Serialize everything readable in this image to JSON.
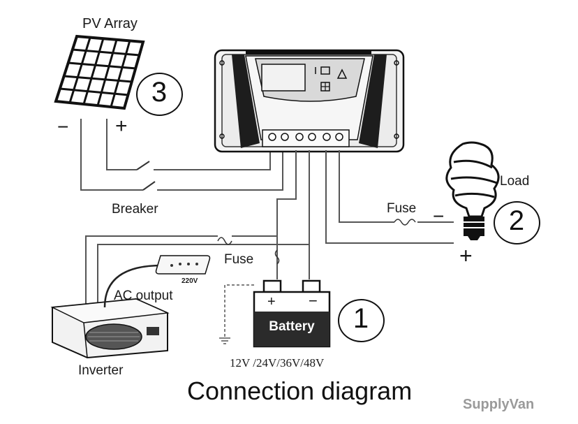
{
  "labels": {
    "pv_array": "PV Array",
    "load": "Load",
    "breaker": "Breaker",
    "fuse_load": "Fuse",
    "fuse_battery": "Fuse",
    "ac_output": "AC output",
    "inverter": "Inverter",
    "battery": "Battery",
    "battery_voltages": "12V /24V/36V/48V",
    "outlet_voltage": "220V",
    "title": "Connection diagram",
    "watermark": "SupplyVan"
  },
  "markers": {
    "pv": "3",
    "load": "2",
    "battery": "1"
  },
  "polarity": {
    "pv_minus": "−",
    "pv_plus": "+",
    "load_minus": "−",
    "load_plus": "+",
    "battery_plus": "+",
    "battery_minus": "−"
  },
  "terminals": {
    "pv": "+ −",
    "battery": "+ −",
    "load": "+ −"
  },
  "colors": {
    "line": "#111111",
    "wire": "#555555",
    "battery_body": "#2b2b2b",
    "watermark": "#9a9a9a"
  }
}
